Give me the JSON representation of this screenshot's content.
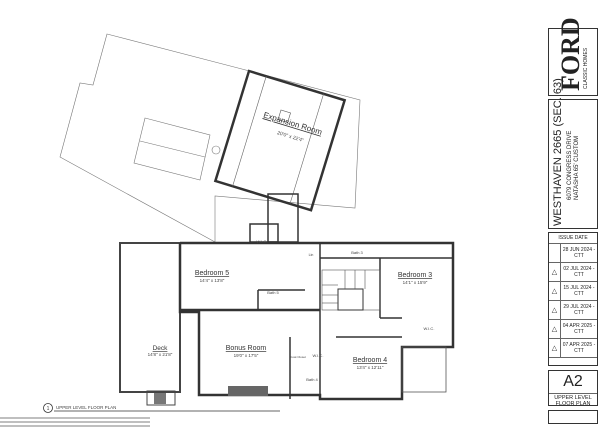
{
  "plan": {
    "rooms": [
      {
        "name": "Expansion Room",
        "dims": "20'0\" x 22'4\""
      },
      {
        "name": "Bedroom 5",
        "dims": "14'4\" x 13'8\""
      },
      {
        "name": "Bedroom 3",
        "dims": "14'1\" x 15'9\""
      },
      {
        "name": "Bonus Room",
        "dims": "19'0\" x 17'5\""
      },
      {
        "name": "Bedroom 4",
        "dims": "13'4\" x 12'11\""
      },
      {
        "name": "Deck",
        "dims": "14'8\" x 21'8\""
      }
    ],
    "small_labels": {
      "wic": "W.I.C.",
      "bath5": "Bath 5",
      "bath3": "Bath 3",
      "bath4": "Bath 4",
      "lin": "Lin",
      "coat": "Coat Closet"
    },
    "view_number": "1",
    "view_title": "UPPER LEVEL FLOOR PLAN"
  },
  "title_block": {
    "logo_text": "FORD",
    "logo_sub": "CLASSIC HOMES",
    "project": "WESTHAVEN 2665 (SEC. 63)",
    "address": "6079 CONGRESS DRIVE",
    "model": "NATASHA 65' CUSTOM",
    "issue_header": "ISSUE DATE",
    "issues": [
      "28 JUN 2024 - CTT",
      "02 JUL 2024 - CTT",
      "15 JUL 2024 - CTT",
      "29 JUL 2024 - CTT",
      "04 APR 2025 - CTT",
      "07 APR 2025 - CTT"
    ],
    "sheet_number": "A2",
    "sheet_title": "UPPER LEVEL FLOOR PLAN"
  }
}
